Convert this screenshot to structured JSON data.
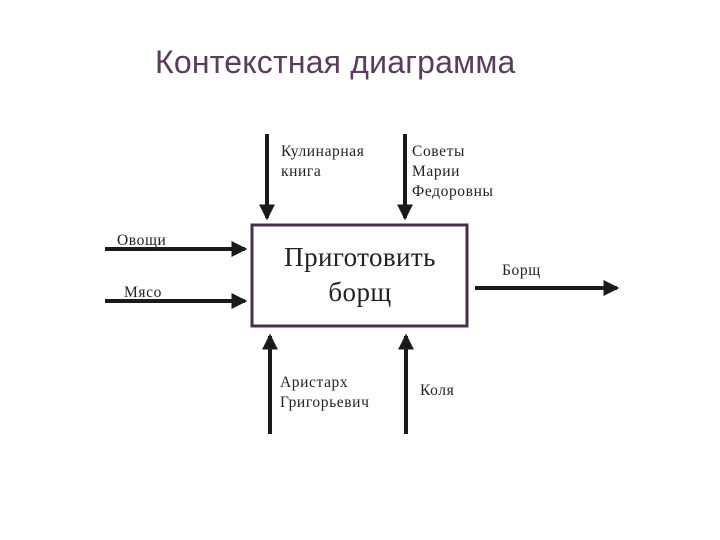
{
  "title": "Контекстная диаграмма",
  "function_box": "Приготовить\nборщ",
  "controls": [
    "Кулинарная\nкнига",
    "Советы\nМарии\nФедоровны"
  ],
  "inputs": [
    "Овощи",
    "Мясо"
  ],
  "output": "Борщ",
  "mechanisms": [
    "Аристарх\nГригорьевич",
    "Коля"
  ],
  "colors": {
    "box_border": "#4a2f4c",
    "title": "#5a3d5c",
    "arrow": "#1a1a1a"
  }
}
